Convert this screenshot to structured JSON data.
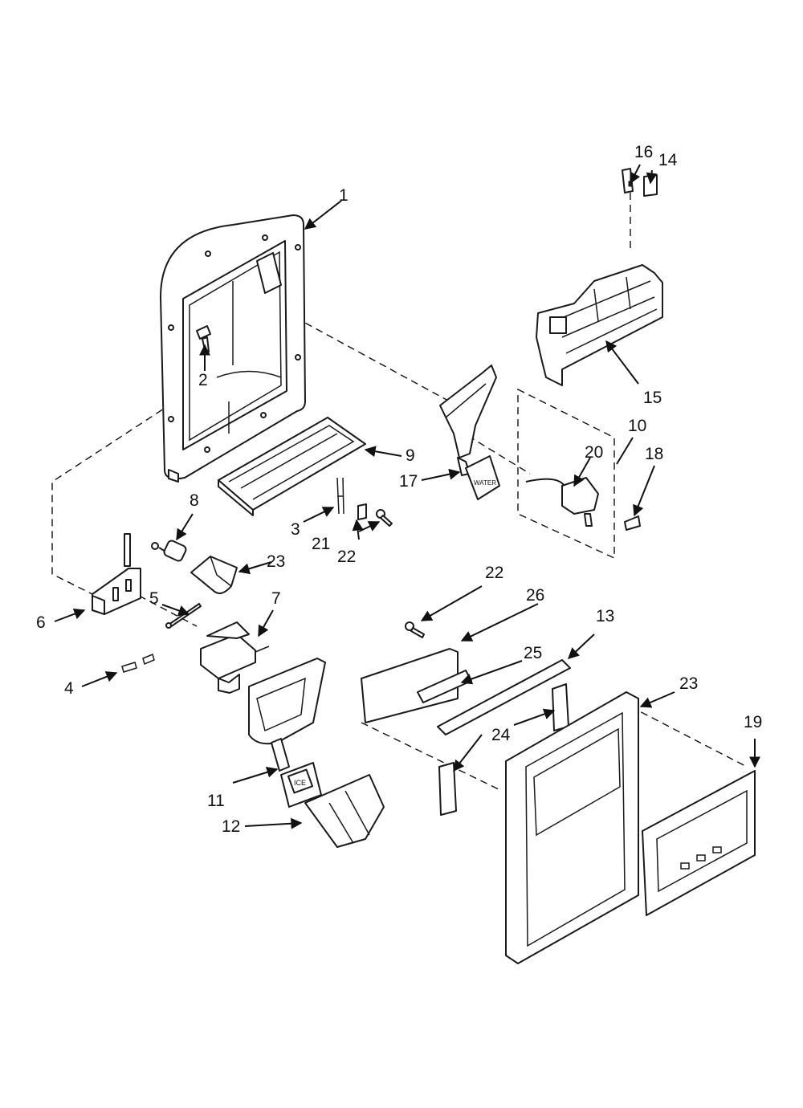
{
  "callouts": [
    {
      "id": "c1",
      "label": "1"
    },
    {
      "id": "c2",
      "label": "2"
    },
    {
      "id": "c3",
      "label": "3"
    },
    {
      "id": "c4",
      "label": "4"
    },
    {
      "id": "c5",
      "label": "5"
    },
    {
      "id": "c6",
      "label": "6"
    },
    {
      "id": "c7",
      "label": "7"
    },
    {
      "id": "c8",
      "label": "8"
    },
    {
      "id": "c9",
      "label": "9"
    },
    {
      "id": "c10",
      "label": "10"
    },
    {
      "id": "c11",
      "label": "11"
    },
    {
      "id": "c12",
      "label": "12"
    },
    {
      "id": "c13",
      "label": "13"
    },
    {
      "id": "c14",
      "label": "14"
    },
    {
      "id": "c15",
      "label": "15"
    },
    {
      "id": "c16",
      "label": "16"
    },
    {
      "id": "c17",
      "label": "17"
    },
    {
      "id": "c18",
      "label": "18"
    },
    {
      "id": "c19",
      "label": "19"
    },
    {
      "id": "c20",
      "label": "20"
    },
    {
      "id": "c21",
      "label": "21"
    },
    {
      "id": "c22a",
      "label": "22"
    },
    {
      "id": "c22b",
      "label": "22"
    },
    {
      "id": "c23a",
      "label": "23"
    },
    {
      "id": "c23b",
      "label": "23"
    },
    {
      "id": "c24",
      "label": "24"
    },
    {
      "id": "c25",
      "label": "25"
    },
    {
      "id": "c26",
      "label": "26"
    }
  ],
  "pad_labels": {
    "water": "WATER",
    "ice": "ICE"
  }
}
